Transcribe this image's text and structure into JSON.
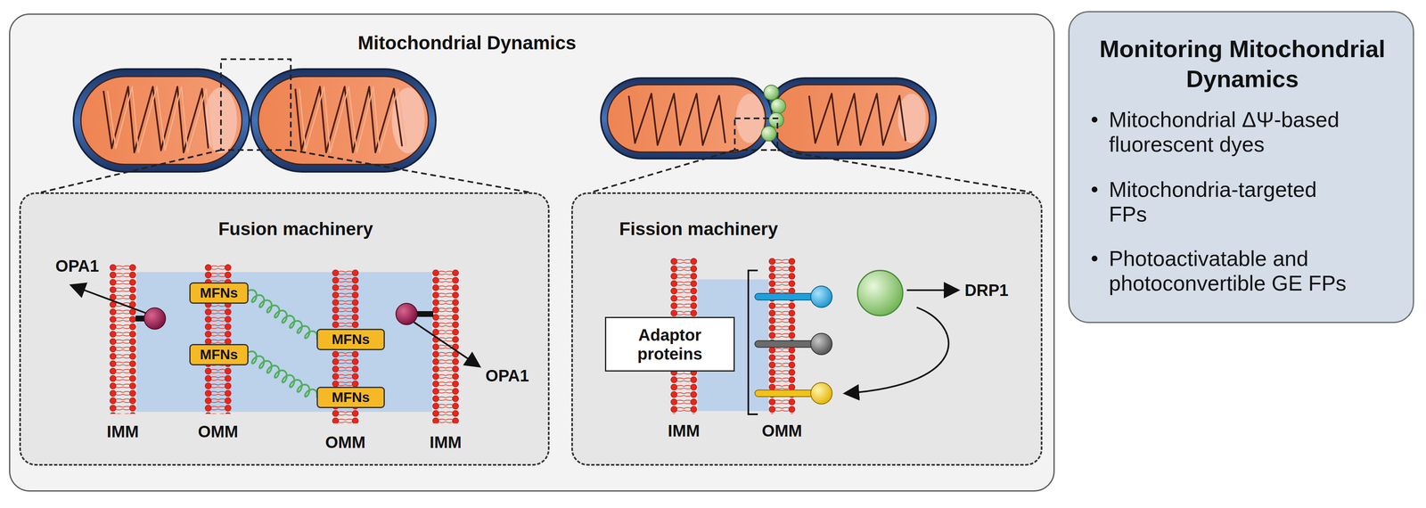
{
  "diagram": {
    "nodes": [
      {
        "text": [
          "Mitochondrial Dynamics"
        ]
      },
      {
        "text": [
          "Fusion machinery"
        ],
        "in": 0
      },
      {
        "text": [
          "MFNs"
        ],
        "in": 1
      },
      {
        "text": [
          "MFNs"
        ],
        "in": 1
      },
      {
        "text": [
          "MFNs"
        ],
        "in": 1
      },
      {
        "text": [
          "MFNs"
        ],
        "in": 1
      },
      {
        "text": [
          "Fission machinery"
        ],
        "in": 0
      },
      {
        "text": [
          "Adaptor proteins"
        ],
        "in": 6
      },
      {
        "text": [
          "Monitoring Mitochondrial Dynamics",
          "Mitochondrial ΔΨ-based fluorescent dyes",
          "Mitochondria-targeted FPs",
          "Photoactivatable and photoconvertible GE FPs"
        ]
      }
    ],
    "edges": [
      {
        "from": 2,
        "to": 3,
        "arrow": "none"
      },
      {
        "from": 4,
        "to": 5,
        "arrow": "none"
      }
    ],
    "labels": [
      "OPA1",
      "OPA1",
      "IMM",
      "OMM",
      "OMM",
      "IMM",
      "IMM",
      "OMM",
      "DRP1"
    ]
  }
}
